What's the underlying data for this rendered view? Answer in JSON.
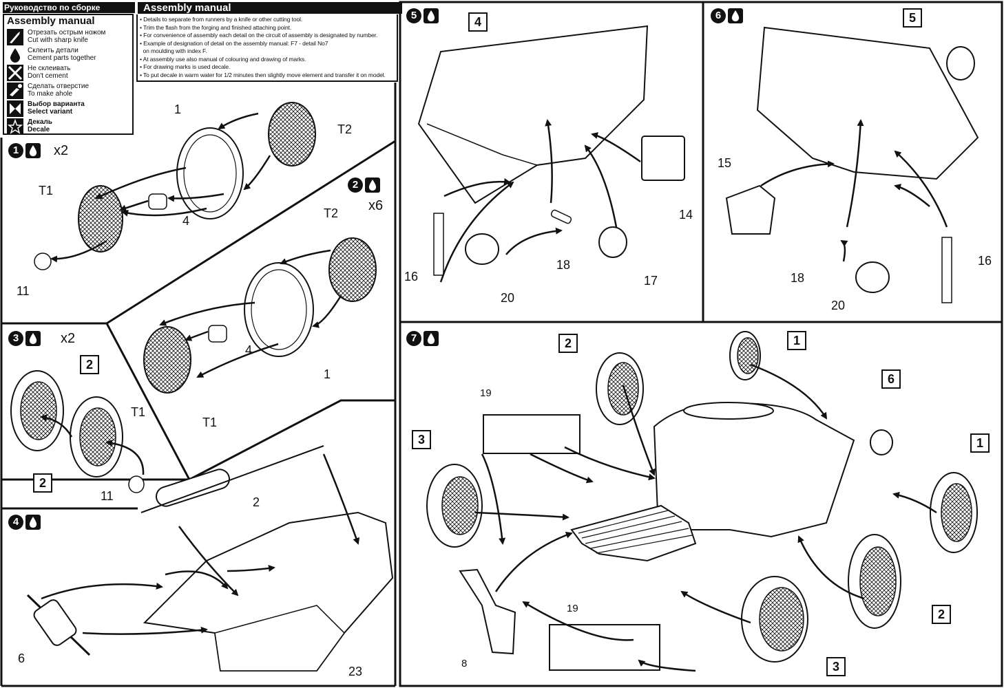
{
  "header": {
    "title_ru": "Руководство по сборке",
    "title_en": "Assembly manual"
  },
  "legend": {
    "title": "Assembly manual",
    "items": [
      {
        "icon": "knife-icon",
        "ru": "Отрезать острым ножом",
        "en": "Cut with sharp knife"
      },
      {
        "icon": "glue-drop-icon",
        "ru": "Склеить детали",
        "en": "Cement parts together"
      },
      {
        "icon": "no-glue-icon",
        "ru": "Не склеивать",
        "en": "Don't cement"
      },
      {
        "icon": "drill-icon",
        "ru": "Сделать отверстие",
        "en": "To make ahole"
      },
      {
        "icon": "select-variant-icon",
        "ru": "Выбор варианта",
        "en": "Select variant"
      },
      {
        "icon": "decal-star-icon",
        "ru": "Декаль",
        "en": "Decale"
      }
    ]
  },
  "notes": [
    "Details to  separate from runners  by  a  knife or other cutting tool.",
    "Trim the flash  from the forging and finished attaching point.",
    "For convenience of assembly  each  detail on the circuit of assembly is designated by  number.",
    "Example of designation of detail on the assembly manual: F7 - detail No7",
    "on moulding  with  index F.",
    "At assembly use also  manual of colouring and drawing of marks.",
    "For drawing marks is used decale.",
    "To put decale in warm water for 1/2 minutes then slightly  move element and transfer it on model."
  ],
  "steps": {
    "s1": {
      "num": "1",
      "mult": "x2",
      "labels": {
        "p1": "1",
        "t2": "T2",
        "t1": "T1",
        "p4": "4",
        "p11": "11"
      }
    },
    "s2": {
      "num": "2",
      "mult": "x6",
      "labels": {
        "t2": "T2",
        "p4": "4",
        "p1": "1",
        "t1": "T1"
      }
    },
    "s3": {
      "num": "3",
      "mult": "x2",
      "labels": {
        "b2a": "2",
        "t1": "T1",
        "b2b": "2",
        "p11": "11"
      }
    },
    "s4": {
      "num": "4",
      "labels": {
        "p2": "2",
        "p6": "6",
        "p23": "23"
      }
    },
    "s5": {
      "num": "5",
      "labels": {
        "b4": "4",
        "p14": "14",
        "p16": "16",
        "p18": "18",
        "p20": "20",
        "p17": "17"
      }
    },
    "s6": {
      "num": "6",
      "labels": {
        "b5": "5",
        "p15": "15",
        "p16": "16",
        "p18": "18",
        "p20": "20"
      }
    },
    "s7": {
      "num": "7",
      "labels": {
        "b2top": "2",
        "b1top": "1",
        "b6": "6",
        "b3left": "3",
        "b1right": "1",
        "p19a": "19",
        "p19b": "19",
        "b2right": "2",
        "b3bottom": "3",
        "p8": "8"
      }
    }
  }
}
